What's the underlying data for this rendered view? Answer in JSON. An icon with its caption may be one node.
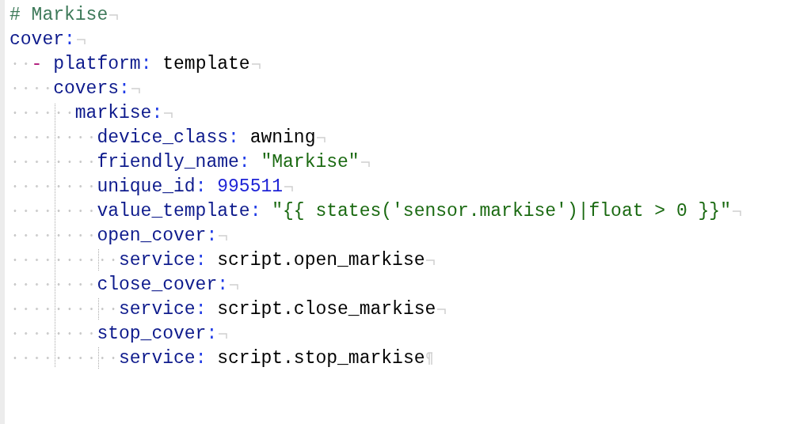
{
  "diagram": {
    "labels": [
      "# Markise",
      "cover:",
      "- platform: template",
      "covers:",
      "markise:",
      "device_class: awning",
      "friendly_name: \"Markise\"",
      "unique_id: 995511",
      "value_template: \"{{ states('sensor.markise')|float > 0 }}\"",
      "open_cover:",
      "service: script.open_markise",
      "close_cover:",
      "service: script.close_markise",
      "stop_cover:",
      "service: script.stop_markise"
    ]
  }
}
